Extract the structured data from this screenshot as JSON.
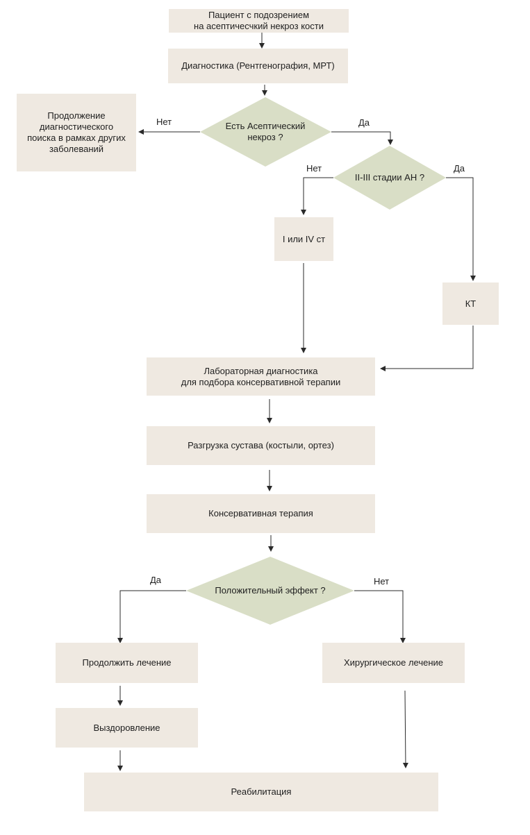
{
  "nodes": {
    "patient": "Пациент с подозрением\nна асептичесчкий некроз кости",
    "diagnostics": "Диагностика (Рентгенография, МРТ)",
    "q_an": "Есть Асептический\nнекроз ?",
    "other_search": "Продолжение\nдиагностического\nпоиска в рамках других\nзаболеваний",
    "q_stage": "II-III стадии АН ?",
    "stage_1_4": "I или IV ст",
    "ct": "КТ",
    "lab": "Лабораторная диагностика\nдля подбора консервативной терапии",
    "unload": "Разгрузка сустава (костыли, ортез)",
    "conservative": "Консервативная терапия",
    "q_effect": "Положительный эффект ?",
    "continue": "Продолжить лечение",
    "surgery": "Хирургическое лечение",
    "recovery": "Выздоровление",
    "rehab": "Реабилитация"
  },
  "edge_labels": {
    "q_an_no": "Нет",
    "q_an_yes": "Да",
    "q_stage_no": "Нет",
    "q_stage_yes": "Да",
    "q_effect_yes": "Да",
    "q_effect_no": "Нет"
  },
  "colors": {
    "box_fill": "#efe9e1",
    "diamond_fill": "#d9dec6",
    "line": "#2a2a2a"
  }
}
